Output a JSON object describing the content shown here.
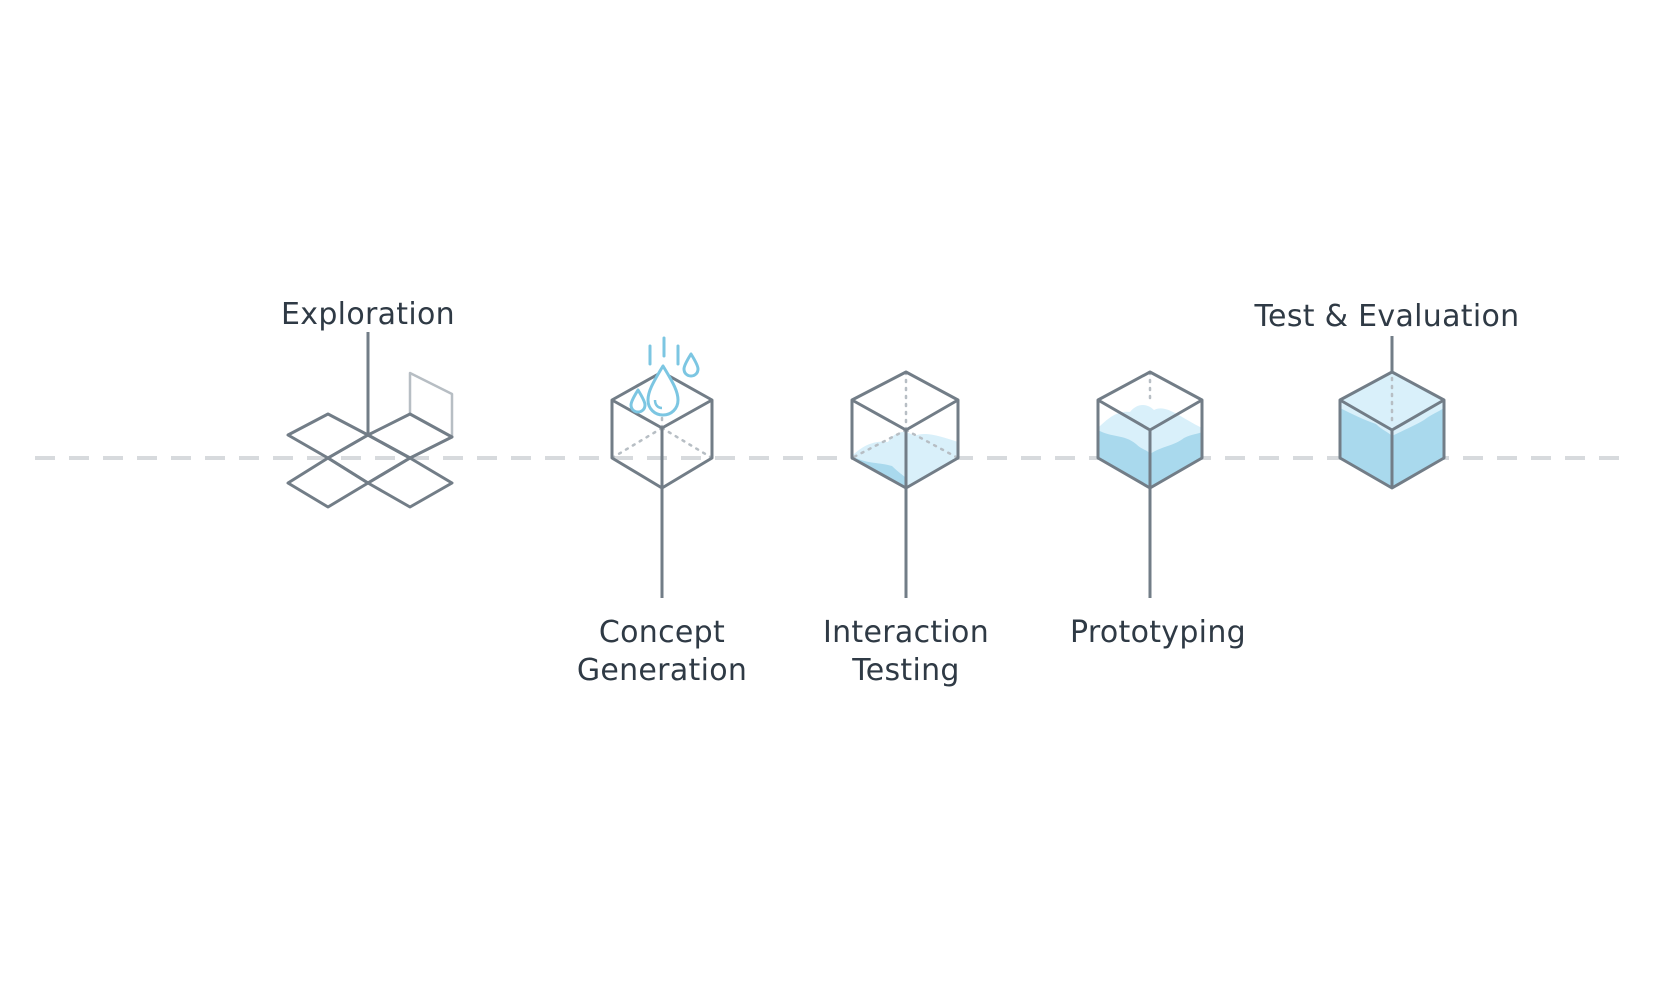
{
  "stages": [
    {
      "id": "exploration",
      "lines": [
        "Exploration"
      ],
      "fill_level": 0
    },
    {
      "id": "concept-generation",
      "lines": [
        "Concept",
        "Generation"
      ],
      "fill_level": 0
    },
    {
      "id": "interaction-testing",
      "lines": [
        "Interaction",
        "Testing"
      ],
      "fill_level": 0.3
    },
    {
      "id": "prototyping",
      "lines": [
        "Prototyping"
      ],
      "fill_level": 0.6
    },
    {
      "id": "test-evaluation",
      "lines": [
        "Test & Evaluation"
      ],
      "fill_level": 0.9
    }
  ],
  "colors": {
    "outline": "#727d87",
    "water_light": "#d9f0fa",
    "water": "#a9d9ed",
    "drop": "#7cc6e2",
    "timeline": "#d7dadd",
    "text": "#2f3a45"
  },
  "icons": {
    "exploration": "unfolded-box-icon",
    "concept-generation": "cube-with-water-drops-icon",
    "interaction-testing": "cube-low-fill-icon",
    "prototyping": "cube-half-fill-icon",
    "test-evaluation": "cube-full-fill-icon"
  }
}
